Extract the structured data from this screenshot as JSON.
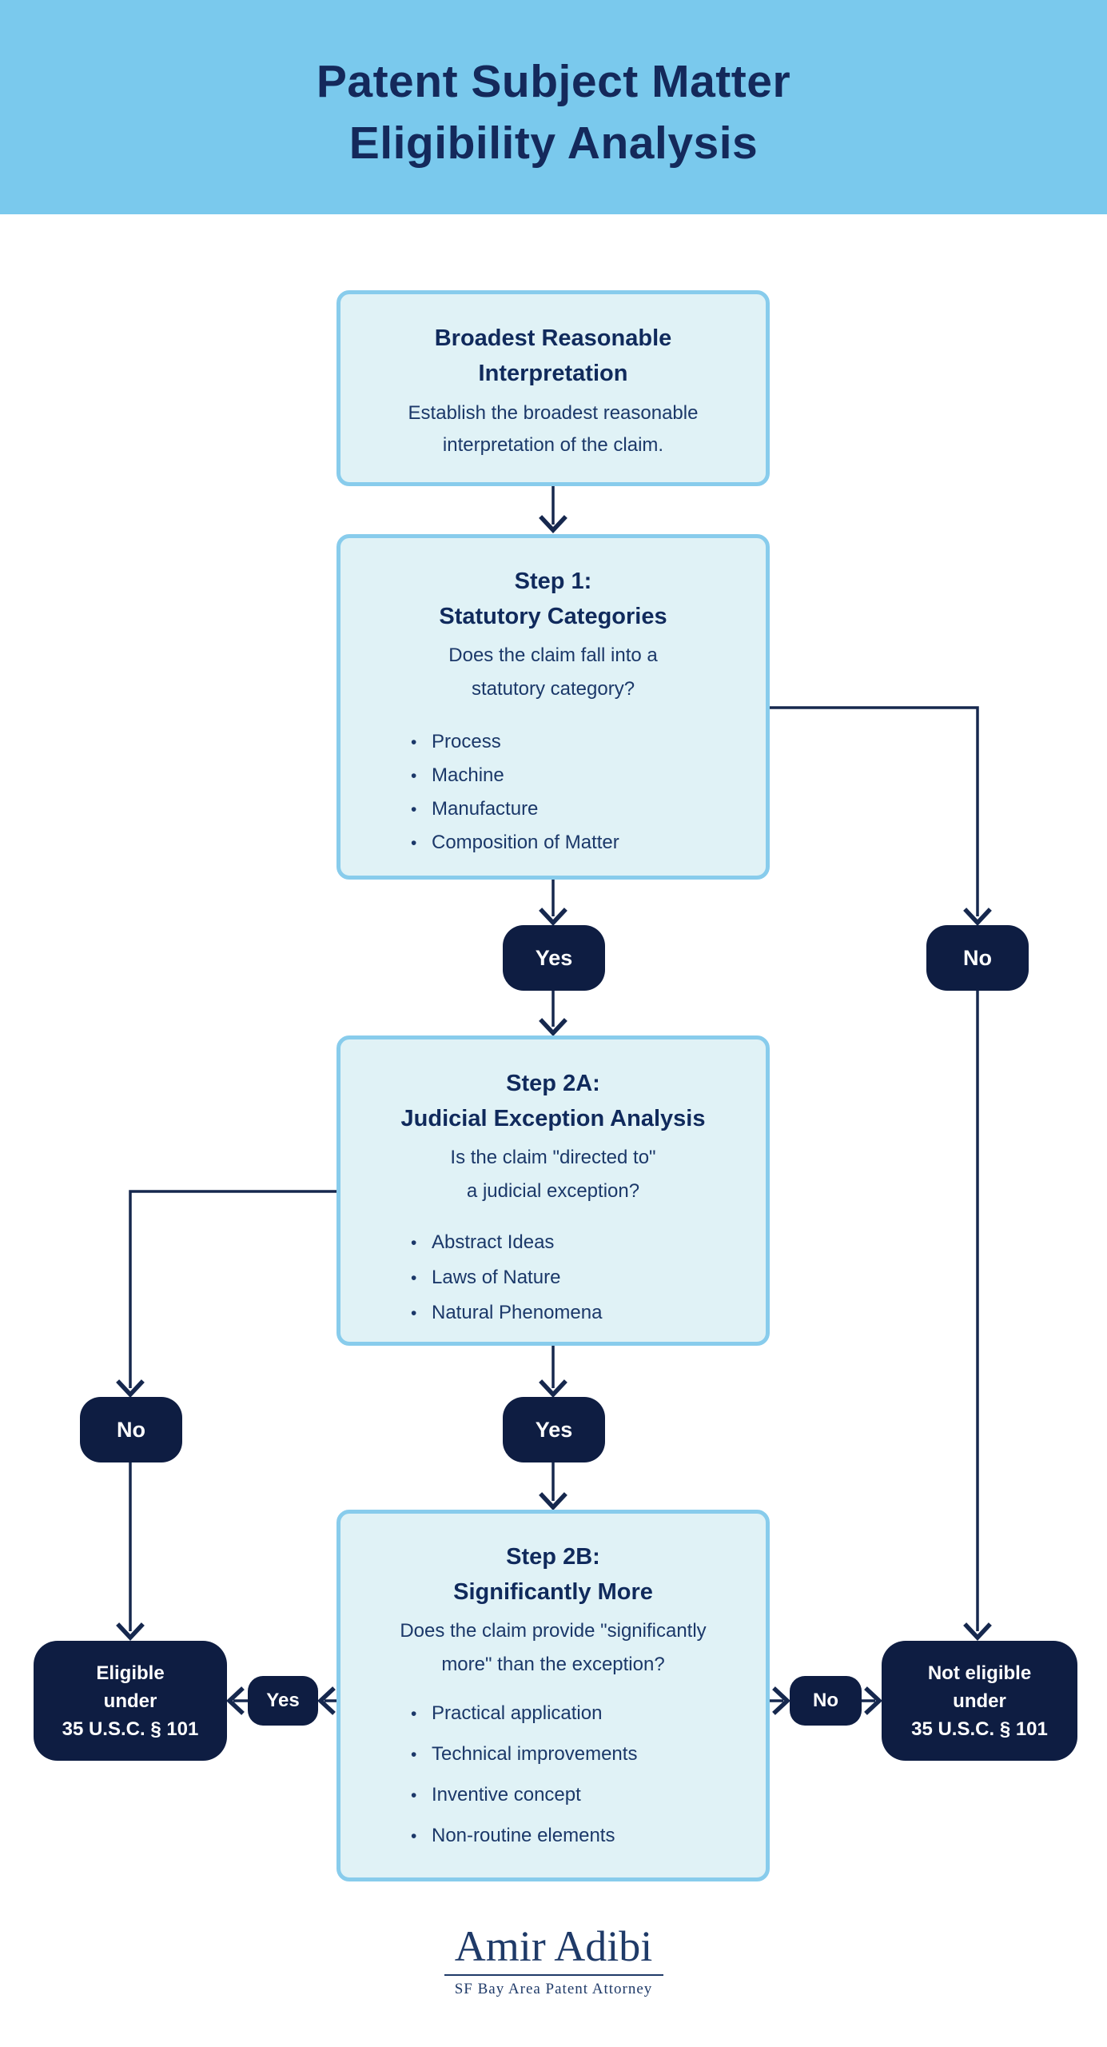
{
  "header": {
    "title_line1": "Patent Subject Matter",
    "title_line2": "Eligibility Analysis"
  },
  "nodes": {
    "bri": {
      "title_line1": "Broadest Reasonable",
      "title_line2": "Interpretation",
      "body_line1": "Establish the broadest reasonable",
      "body_line2": "interpretation of the claim."
    },
    "step1": {
      "title_line1": "Step 1:",
      "title_line2": "Statutory Categories",
      "body_line1": "Does the claim fall into a",
      "body_line2": "statutory category?",
      "bullets": [
        "Process",
        "Machine",
        "Manufacture",
        "Composition of Matter"
      ]
    },
    "step2a": {
      "title_line1": "Step 2A:",
      "title_line2": "Judicial Exception Analysis",
      "body_line1": "Is the claim \"directed to\"",
      "body_line2": "a judicial exception?",
      "bullets": [
        "Abstract Ideas",
        "Laws of Nature",
        "Natural Phenomena"
      ]
    },
    "step2b": {
      "title_line1": "Step 2B:",
      "title_line2": "Significantly More",
      "body_line1": "Does the claim provide \"significantly",
      "body_line2": "more\" than the exception?",
      "bullets": [
        "Practical application",
        "Technical improvements",
        "Inventive concept",
        "Non-routine elements"
      ]
    },
    "eligible": {
      "line1": "Eligible",
      "line2": "under",
      "line3": "35 U.S.C. § 101"
    },
    "not_eligible": {
      "line1": "Not eligible",
      "line2": "under",
      "line3": "35 U.S.C. § 101"
    }
  },
  "labels": {
    "yes_after_step1": "Yes",
    "no_after_step1": "No",
    "no_after_step2a": "No",
    "yes_after_step2a": "Yes",
    "yes_after_step2b": "Yes",
    "no_after_step2b": "No"
  },
  "footer": {
    "name": "Amir Adibi",
    "tagline": "SF Bay Area Patent Attorney"
  },
  "colors": {
    "header_bg": "#7AC9ED",
    "node_fill": "#E0F2F6",
    "node_border": "#88CCEC",
    "navy_fill": "#0E1D42",
    "connector": "#16284E",
    "title_text": "#102A5C",
    "body_text": "#1B3869",
    "footer_text": "#1F3A68"
  }
}
